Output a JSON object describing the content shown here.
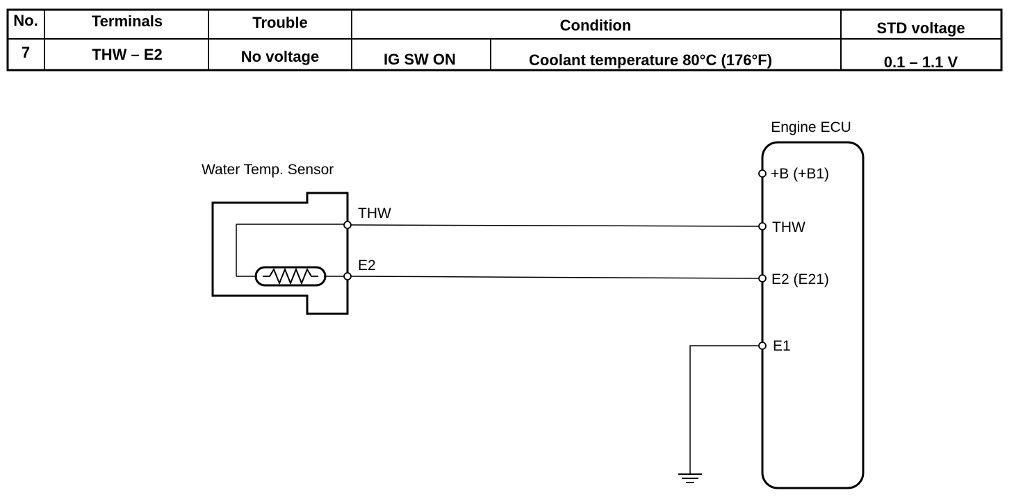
{
  "table": {
    "headers": {
      "no": "No.",
      "terminals": "Terminals",
      "trouble": "Trouble",
      "condition": "Condition",
      "std_voltage": "STD voltage"
    },
    "row": {
      "no": "7",
      "terminals": "THW – E2",
      "trouble": "No voltage",
      "condition_switch": "IG SW ON",
      "condition_detail": "Coolant temperature 80°C (176°F)",
      "std_voltage": "0.1 – 1.1 V"
    }
  },
  "diagram": {
    "sensor_title": "Water Temp. Sensor",
    "sensor_terminal_thw": "THW",
    "sensor_terminal_e2": "E2",
    "ecu_title": "Engine ECU",
    "ecu_terminals": {
      "b": "+B (+B1)",
      "thw": "THW",
      "e2": "E2 (E21)",
      "e1": "E1"
    }
  }
}
